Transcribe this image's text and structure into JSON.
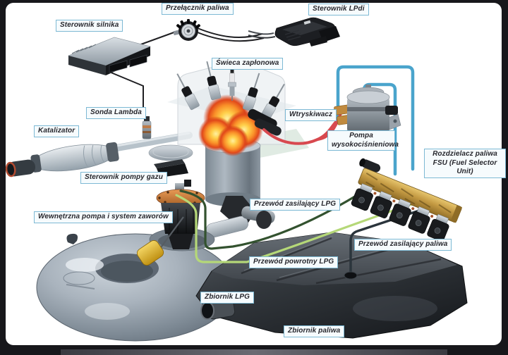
{
  "diagram": {
    "title": "LPG direct injection (LPdi) fuel system schematic",
    "labels": {
      "fuel_switch": "Przełącznik paliwa",
      "lpdi_controller": "Sterownik LPdi",
      "engine_controller": "Sterownik silnika",
      "spark_plug": "Świeca zapłonowa",
      "lambda_sensor": "Sonda Lambda",
      "catalytic_converter": "Katalizator",
      "injector": "Wtryskiwacz",
      "high_pressure_pump": "Pompa wysokociśnieniowa",
      "fuel_selector_unit": "Rozdzielacz paliwa FSU (Fuel Selector Unit)",
      "gas_pump_controller": "Sterownik pompy gazu",
      "internal_pump_valves": "Wewnętrzna pompa i system zaworów",
      "lpg_supply_line": "Przewód zasilający LPG",
      "lpg_return_line": "Przewód powrotny LPG",
      "petrol_supply_line": "Przewód zasilający paliwa",
      "lpg_tank": "Zbiornik LPG",
      "petrol_tank": "Zbiornik paliwa"
    },
    "line_colors": {
      "electrical_wire": "#1f1f22",
      "high_pressure_lpg_red": "#d8494f",
      "pump_to_fsu_blue": "#4aa4cc",
      "lpg_supply_dark_green": "#33522f",
      "lpg_return_light_green": "#b5d878",
      "petrol_supply_dark": "#2b353c"
    },
    "label_style": {
      "border": "#7db9d4",
      "background": "#f6fbfd",
      "text": "#26262c"
    }
  }
}
